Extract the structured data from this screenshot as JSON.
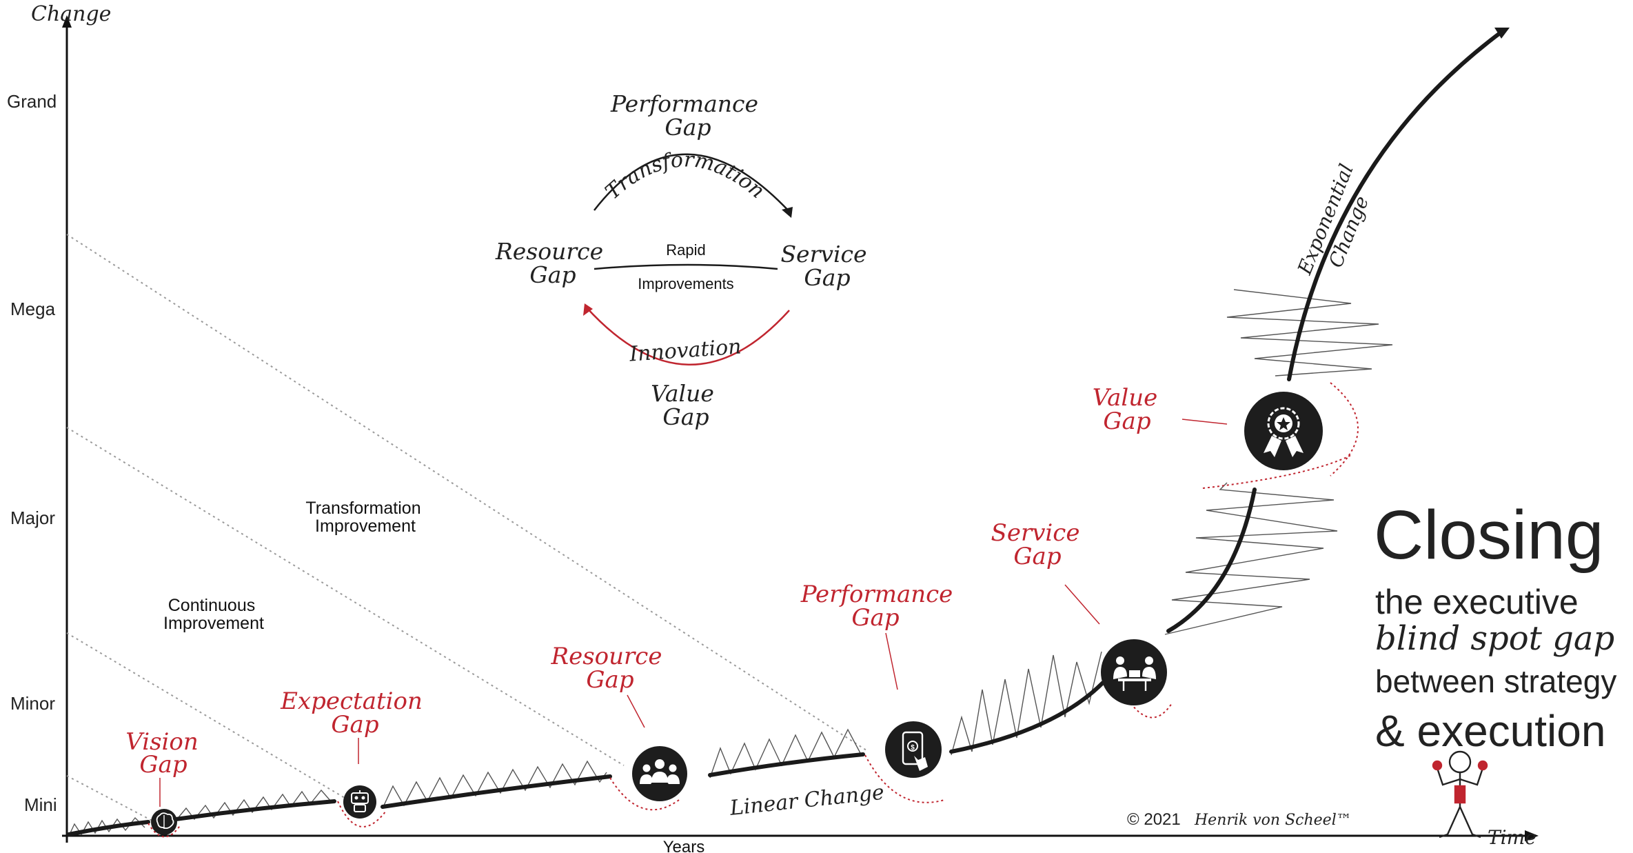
{
  "axes": {
    "y_title": "Change",
    "x_title": "Time",
    "x_center_label": "Years",
    "y_levels": [
      "Mini",
      "Minor",
      "Major",
      "Mega",
      "Grand"
    ]
  },
  "improvement_zones": {
    "continuous": [
      "Continuous",
      "Improvement"
    ],
    "transformation": [
      "Transformation",
      "Improvement"
    ]
  },
  "cycle": {
    "top": [
      "Performance",
      "Gap"
    ],
    "left": [
      "Resource",
      "Gap"
    ],
    "right": [
      "Service",
      "Gap"
    ],
    "bottom": [
      "Value",
      "Gap"
    ],
    "arc_top_label": "Transformation",
    "arc_bottom_label": "Innovation",
    "center_top": "Rapid",
    "center_bottom": "Improvements"
  },
  "gaps": [
    {
      "line1": "Vision",
      "line2": "Gap",
      "icon": "brain-icon"
    },
    {
      "line1": "Expectation",
      "line2": "Gap",
      "icon": "robot-icon"
    },
    {
      "line1": "Resource",
      "line2": "Gap",
      "icon": "people-icon"
    },
    {
      "line1": "Performance",
      "line2": "Gap",
      "icon": "phone-money-icon"
    },
    {
      "line1": "Service",
      "line2": "Gap",
      "icon": "meeting-icon"
    },
    {
      "line1": "Value",
      "line2": "Gap",
      "icon": "award-badge-icon"
    }
  ],
  "curve_labels": {
    "linear": "Linear Change",
    "exponential_1": "Exponential",
    "exponential_2": "Change"
  },
  "title": {
    "line1": "Closing",
    "line2": "the executive",
    "line3": "blind spot gap",
    "line4": "between strategy",
    "line5": "& execution"
  },
  "copyright": {
    "prefix": "© 2021",
    "name": "Henrik von Scheel™"
  },
  "colors": {
    "accent_red": "#c0252f",
    "ink": "#1d1d1d"
  }
}
